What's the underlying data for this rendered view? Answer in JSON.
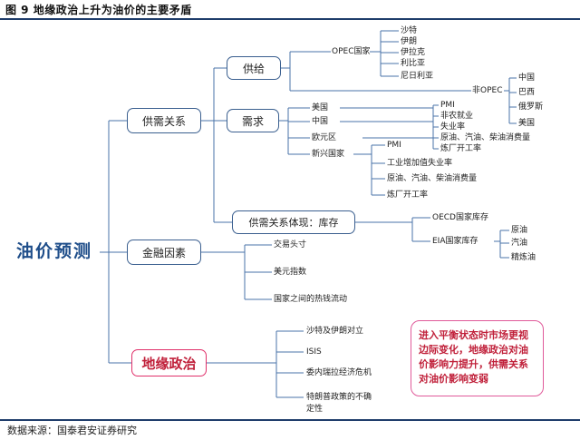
{
  "figure": {
    "caption": "图 9  地缘政治上升为油价的主要矛盾",
    "source": "数据来源：国泰君安证券研究"
  },
  "root": "油价预测",
  "branches": {
    "supply_demand": "供需关系",
    "supply": "供给",
    "opec": "OPEC国家",
    "opec_members": [
      "沙特",
      "伊朗",
      "伊拉克",
      "利比亚",
      "尼日利亚"
    ],
    "non_opec": "非OPEC",
    "non_opec_members": [
      "中国",
      "巴西",
      "俄罗斯",
      "美国"
    ],
    "demand": "需求",
    "demand_regions": [
      "美国",
      "中国",
      "欧元区",
      "新兴国家"
    ],
    "demand_indicators": [
      "PMI",
      "非农就业",
      "失业率",
      "原油、汽油、柴油消费量",
      "炼厂开工率"
    ],
    "emerging_pmi": "PMI",
    "emerging_indicators": [
      "工业增加值失业率",
      "原油、汽油、柴油消费量",
      "炼厂开工率"
    ],
    "inventory": "供需关系体现：库存",
    "oecd_inventory": "OECD国家库存",
    "eia_inventory": "EIA国家库存",
    "eia_items": [
      "原油",
      "汽油",
      "精炼油"
    ],
    "finance": "金融因素",
    "finance_items": [
      "交易头寸",
      "美元指数",
      "国家之间的热钱流动"
    ],
    "geopolitics": "地缘政治",
    "geo_items": [
      "沙特及伊朗对立",
      "ISIS",
      "委内瑞拉经济危机",
      "特朗普政策的不确",
      "定性"
    ],
    "callout": "进入平衡状态时市场更视边际变化，地缘政治对油价影响力提升，供需关系对油价影响变弱"
  },
  "colors": {
    "accent": "#1f4e8a",
    "geo_box": "#e0306a",
    "callout": "#e05a9a",
    "lines": "#4a73a8"
  }
}
